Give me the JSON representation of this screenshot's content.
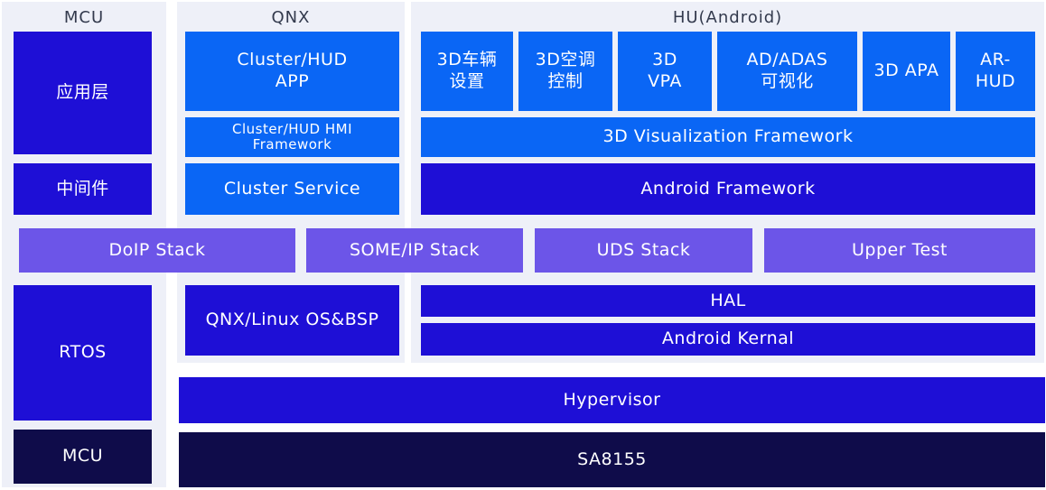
{
  "colors": {
    "deep_blue": "#1e0fd6",
    "bright_blue": "#0a66f5",
    "purple": "#6c55e8",
    "navy": "#0f0c4a",
    "panel_bg": "#eef0f8"
  },
  "columns": {
    "mcu": {
      "header": "MCU",
      "app_layer": "应用层",
      "middleware": "中间件",
      "rtos": "RTOS",
      "mcu_chip": "MCU"
    },
    "qnx": {
      "header": "QNX",
      "cluster_hud_app": "Cluster/HUD\nAPP",
      "hmi_framework": "Cluster/HUD HMI\nFramework",
      "cluster_service": "Cluster Service",
      "os_bsp": "QNX/Linux OS&BSP"
    },
    "hu": {
      "header": "HU(Android)",
      "apps": [
        "3D车辆\n设置",
        "3D空调\n控制",
        "3D\nVPA",
        "AD/ADAS\n可视化",
        "3D APA",
        "AR-\nHUD"
      ],
      "viz_framework": "3D Visualization Framework",
      "android_framework": "Android Framework",
      "hal": "HAL",
      "kernel": "Android Kernal"
    }
  },
  "stacks": [
    "DoIP Stack",
    "SOME/IP Stack",
    "UDS Stack",
    "Upper Test"
  ],
  "hypervisor": "Hypervisor",
  "soc": "SA8155"
}
